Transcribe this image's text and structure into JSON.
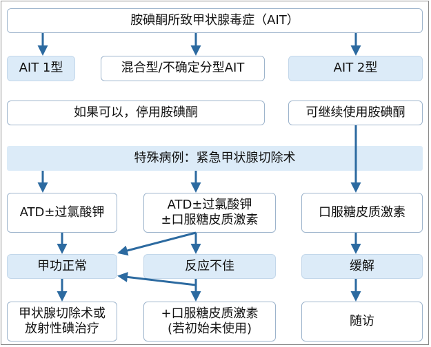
{
  "top": {
    "title": "胺碘酮所致甲状腺毒症（AIT）"
  },
  "types": {
    "ait1": "AIT 1型",
    "mixed": "混合型/不确定分型AIT",
    "ait2": "AIT 2型"
  },
  "actions": {
    "stop": "如果可以，停用胺碘酮",
    "continue": "可继续使用胺碘酮"
  },
  "special": "特殊病例：紧急甲状腺切除术",
  "treatments": {
    "left": "ATD±过氯酸钾",
    "middle": "ATD±过氯酸钾\n±口服糖皮质激素",
    "right": "口服糖皮质激素"
  },
  "outcomes": {
    "euthyroid": "甲功正常",
    "poor": "反应不佳",
    "remission": "缓解"
  },
  "final": {
    "left": "甲状腺切除术或\n放射性碘治疗",
    "middle": "+口服糖皮质激素\n(若初始未使用)",
    "right": "随访"
  },
  "colors": {
    "arrow": "#2c6aa0",
    "light_fill": "#dcebf8",
    "border": "#9db4cc"
  }
}
